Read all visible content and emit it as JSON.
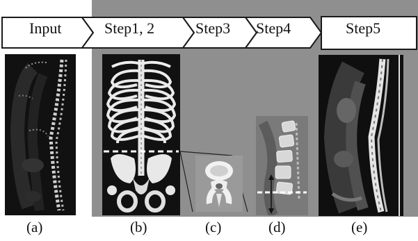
{
  "steps": [
    "Input",
    "Step1, 2",
    "Step3",
    "Step4",
    "Step5"
  ],
  "sublabels": [
    "(a)",
    "(b)",
    "(c)",
    "(d)",
    "(e)"
  ],
  "colors": {
    "gray_background": "#8f8f8f",
    "step_box_fill": "#ffffff",
    "step_box_stroke": "#1a1a1a",
    "scan_background": "#111111",
    "bone_highlight": "#efefef",
    "dashed_line": "#ffffff"
  }
}
